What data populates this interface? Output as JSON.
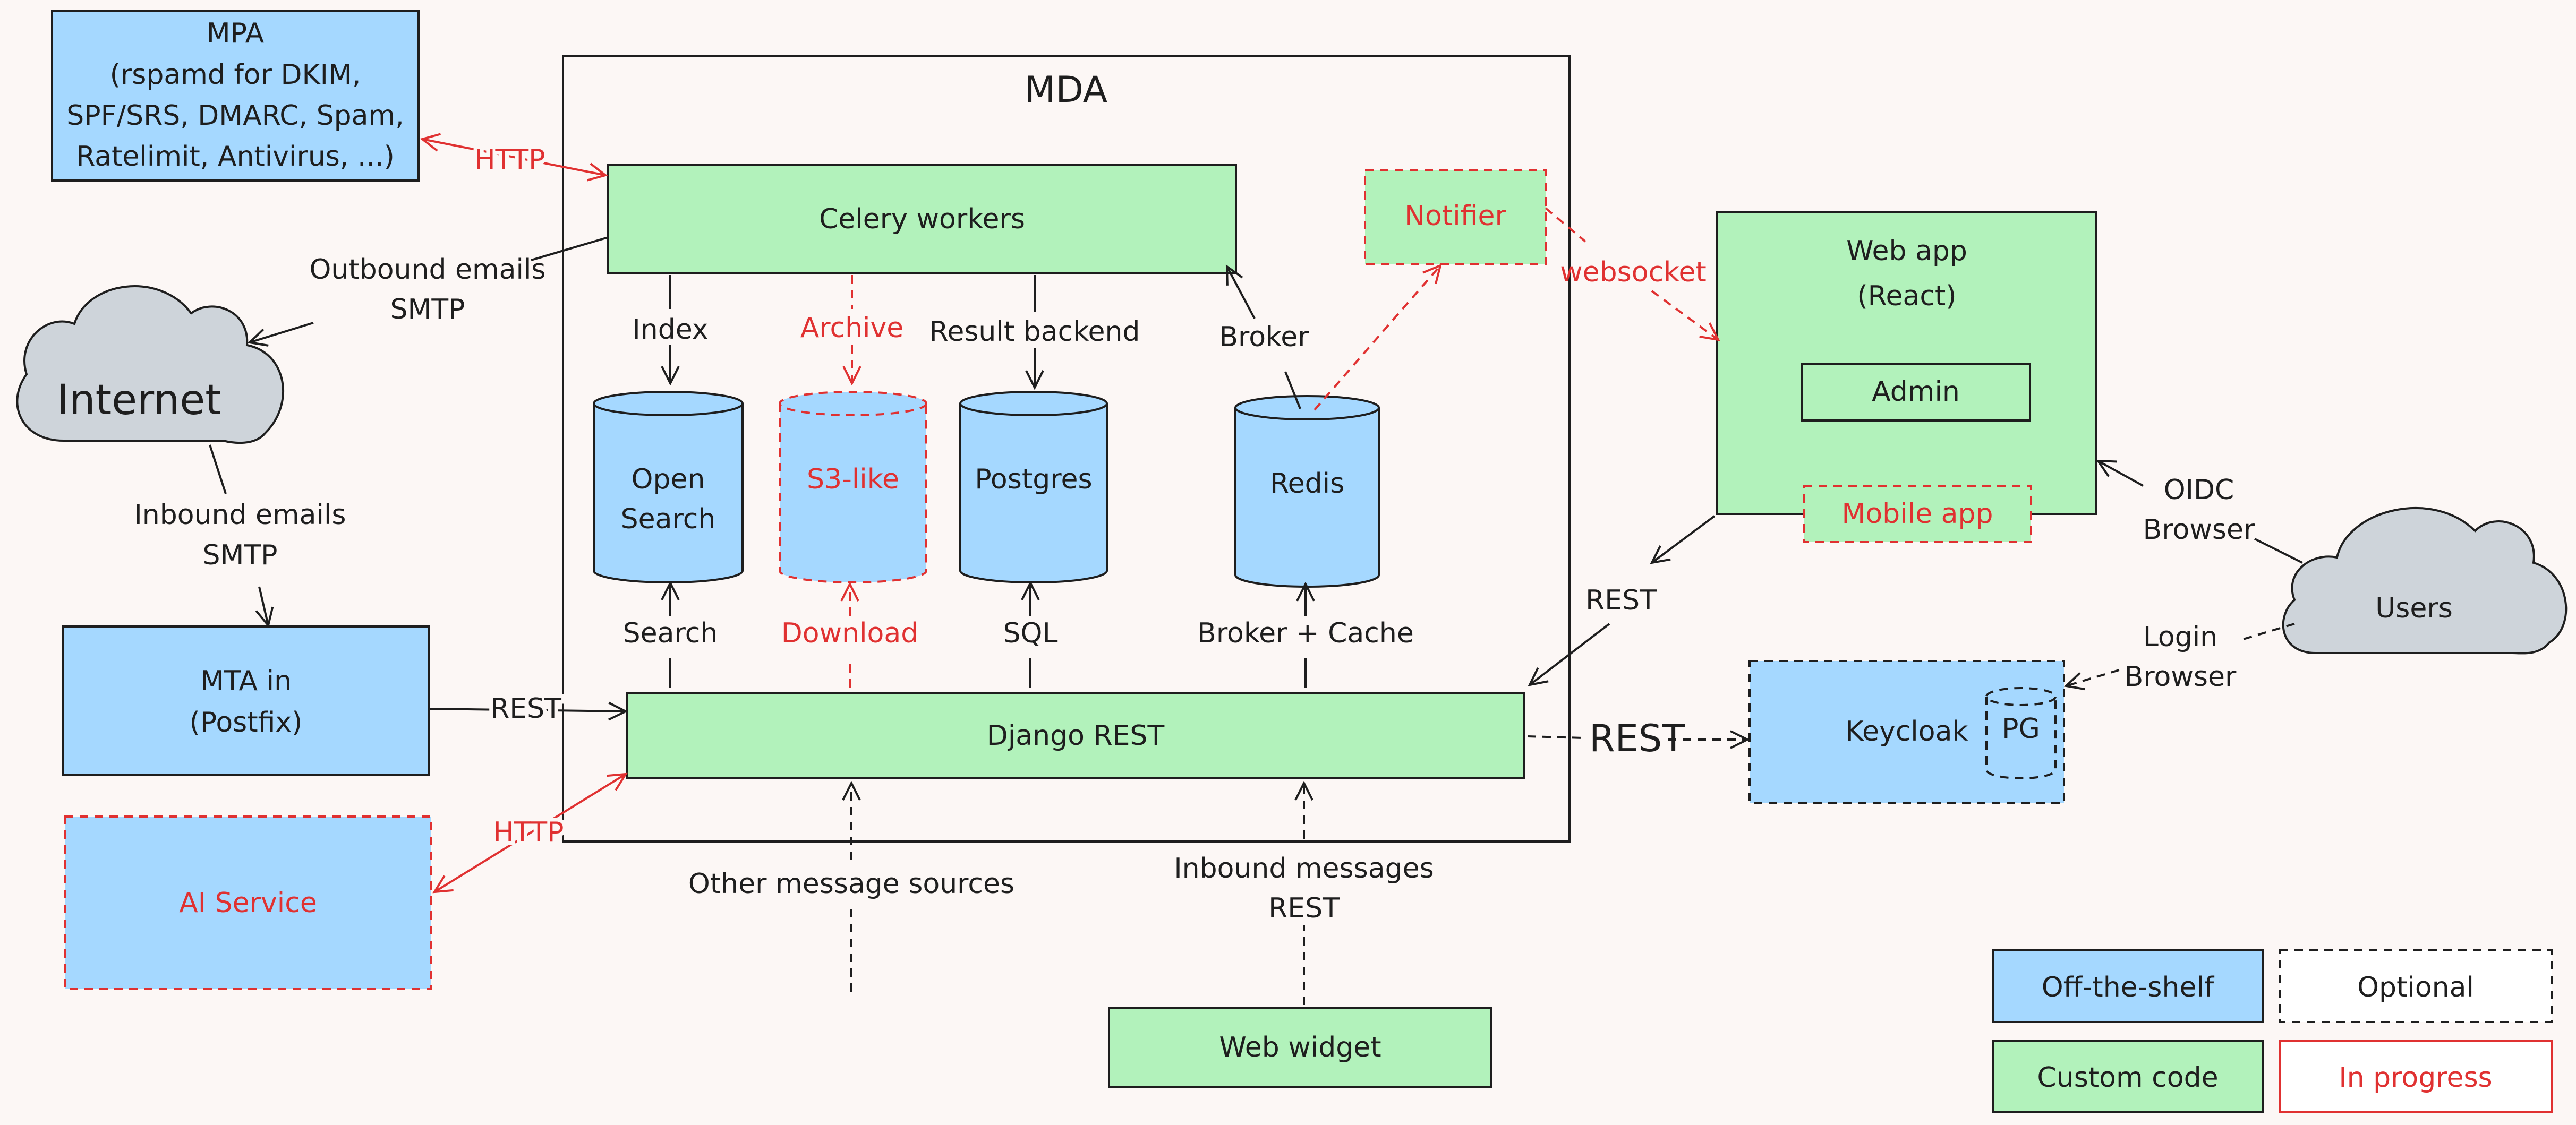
{
  "components": {
    "mda_title": "MDA",
    "mpa_lines": [
      "MPA",
      "(rspamd for DKIM,",
      "SPF/SRS, DMARC, Spam,",
      "Ratelimit, Antivirus, ...)"
    ],
    "internet": "Internet",
    "mta_lines": [
      "MTA in",
      "(Postfix)"
    ],
    "ai_service": "AI Service",
    "celery": "Celery workers",
    "notifier": "Notifier",
    "opensearch_lines": [
      "Open",
      "Search"
    ],
    "s3": "S3-like",
    "postgres": "Postgres",
    "redis": "Redis",
    "django": "Django REST",
    "webapp_lines": [
      "Web app",
      "(React)"
    ],
    "admin": "Admin",
    "mobile": "Mobile app",
    "users": "Users",
    "keycloak": "Keycloak",
    "pg": "PG",
    "widget": "Web widget"
  },
  "edges": {
    "http_mpa": "HTTP",
    "outbound_lines": [
      "Outbound emails",
      "SMTP"
    ],
    "inbound_lines": [
      "Inbound emails",
      "SMTP"
    ],
    "rest_mta": "REST",
    "http_ai": "HTTP",
    "index": "Index",
    "archive": "Archive",
    "result_backend": "Result backend",
    "broker": "Broker",
    "websocket": "websocket",
    "search": "Search",
    "download": "Download",
    "sql": "SQL",
    "broker_cache": "Broker + Cache",
    "rest_webapp": "REST",
    "rest_keycloak": "REST",
    "oidc_lines": [
      "OIDC",
      "Browser"
    ],
    "login_lines": [
      "Login",
      "Browser"
    ],
    "other_sources": "Other message sources",
    "inbound_msg_lines": [
      "Inbound messages",
      "REST"
    ]
  },
  "legend": {
    "off_the_shelf": "Off-the-shelf",
    "optional": "Optional",
    "custom_code": "Custom code",
    "in_progress": "In progress"
  },
  "colors": {
    "off_the_shelf": "#a5d8ff",
    "custom_code": "#b2f2bb",
    "in_progress": "#e03131",
    "cloud": "#ced4da",
    "background": "#fcf7f5"
  }
}
